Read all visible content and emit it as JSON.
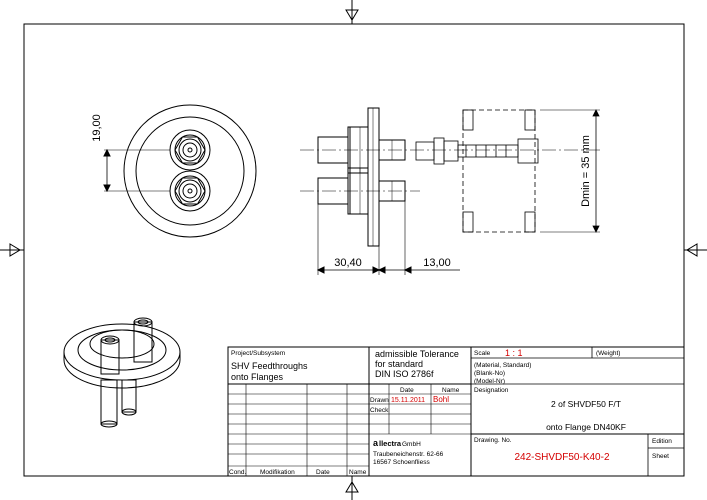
{
  "dimensions": {
    "pitch": "19,00",
    "length_left": "30,40",
    "length_right": "13,00",
    "dmin": "Dmin = 35 mm"
  },
  "title_block": {
    "project_label": "Project/Subsystem",
    "project_line1": "SHV Feedthroughs",
    "project_line2": "onto Flanges",
    "tolerance_line1": "admissible Tolerance",
    "tolerance_line2": "for standard",
    "tolerance_line3": "DIN ISO 2786f",
    "scale_label": "Scale",
    "scale_value": "1 : 1",
    "weight_label": "(Weight)",
    "material_label": "(Material, Standard)",
    "blank_label": "(Blank-No)",
    "model_label": "(Model-Nr)",
    "date_header": "Date",
    "name_header": "Name",
    "drawn_label": "Drawn",
    "drawn_date": "15.11.2011",
    "drawn_name": "Bohl",
    "check_label": "Check",
    "designation_label": "Designation",
    "designation_line1": "2 of SHVDF50 F/T",
    "designation_line2": "onto Flange DN40KF",
    "company_prefix": "a",
    "company_name": "llectra",
    "company_suffix": "GmbH",
    "company_street": "Traubeneichenstr. 62-66",
    "company_city": "16567 Schoenfliess",
    "drawing_no_label": "Drawing. No.",
    "drawing_no": "242-SHVDF50-K40-2",
    "edition_label": "Edition",
    "sheet_label": "Sheet",
    "cond_label": "Cond.",
    "modification_label": "Modifikation",
    "date_label": "Date",
    "name_label": "Name"
  },
  "colors": {
    "line": "#000000",
    "red_value": "#d40000"
  }
}
